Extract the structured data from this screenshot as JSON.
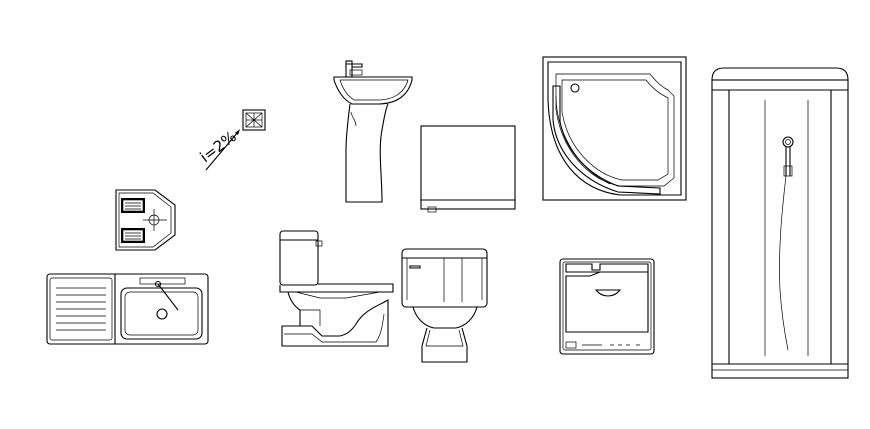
{
  "annotations": {
    "slope_label": "i=2%"
  },
  "colors": {
    "background": "#ffffff",
    "line": "#000000"
  },
  "elements": [
    "squat-toilet-plan",
    "kitchen-sink-with-drainboard",
    "floor-drain",
    "pedestal-washbasin",
    "bathtub-side-view",
    "corner-shower-tray",
    "toilet-side-view",
    "toilet-front-view",
    "washing-machine",
    "shower-cabin"
  ]
}
